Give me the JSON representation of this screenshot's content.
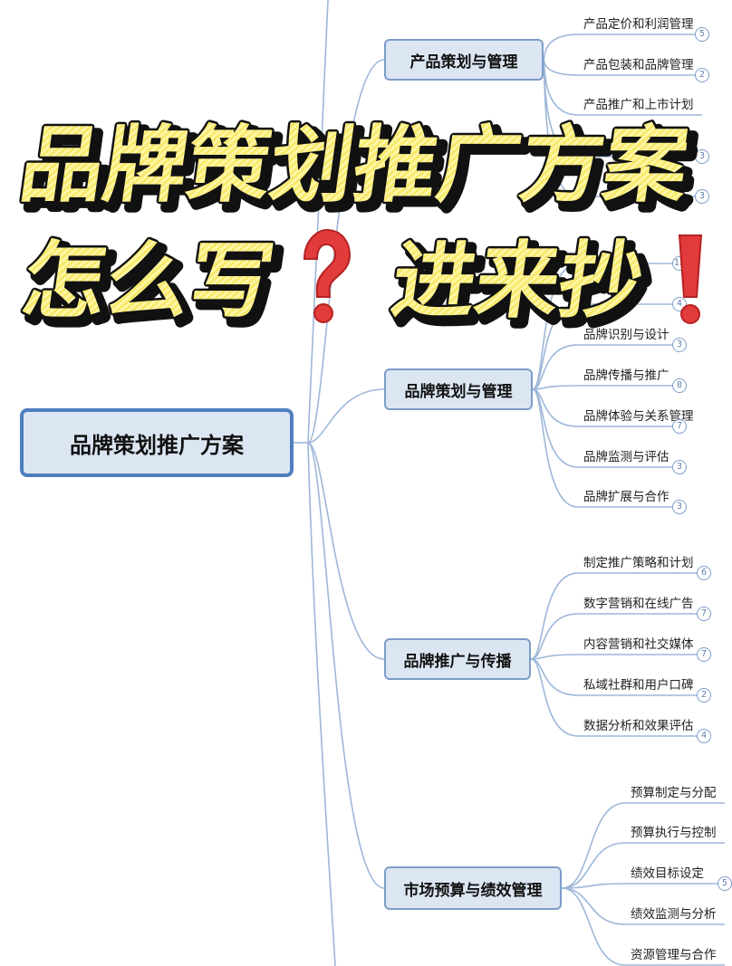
{
  "overlay": {
    "line1": "品牌策划推广方案",
    "line2a": "怎么写",
    "line2b": "进来抄",
    "question_icon": "red-question-mark-icon",
    "exclamation_icon": "red-exclamation-mark-icon"
  },
  "root": {
    "label": "品牌策划推广方案"
  },
  "branches": [
    {
      "label": "产品策划与管理",
      "leaves": [
        {
          "label": "产品定价和利润管理",
          "count": "5"
        },
        {
          "label": "产品包装和品牌管理",
          "count": "2"
        },
        {
          "label": "产品推广和上市计划",
          "count": ""
        },
        {
          "label": "",
          "count": "3"
        },
        {
          "label": "",
          "count": "3"
        }
      ]
    },
    {
      "label": "品牌策划与管理",
      "leaves": [
        {
          "label": "",
          "count": "12"
        },
        {
          "label": "",
          "count": "4"
        },
        {
          "label": "品牌识别与设计",
          "count": "3"
        },
        {
          "label": "品牌传播与推广",
          "count": "8"
        },
        {
          "label": "品牌体验与关系管理",
          "count": "7"
        },
        {
          "label": "品牌监测与评估",
          "count": "3"
        },
        {
          "label": "品牌扩展与合作",
          "count": "3"
        }
      ]
    },
    {
      "label": "品牌推广与传播",
      "leaves": [
        {
          "label": "制定推广策略和计划",
          "count": "6"
        },
        {
          "label": "数字营销和在线广告",
          "count": "7"
        },
        {
          "label": "内容营销和社交媒体",
          "count": "7"
        },
        {
          "label": "私域社群和用户口碑",
          "count": "2"
        },
        {
          "label": "数据分析和效果评估",
          "count": "4"
        }
      ]
    },
    {
      "label": "市场预算与绩效管理",
      "leaves": [
        {
          "label": "预算制定与分配",
          "count": ""
        },
        {
          "label": "预算执行与控制",
          "count": ""
        },
        {
          "label": "绩效目标设定",
          "count": "5"
        },
        {
          "label": "绩效监测与分析",
          "count": ""
        },
        {
          "label": "资源管理与合作",
          "count": ""
        }
      ]
    }
  ]
}
